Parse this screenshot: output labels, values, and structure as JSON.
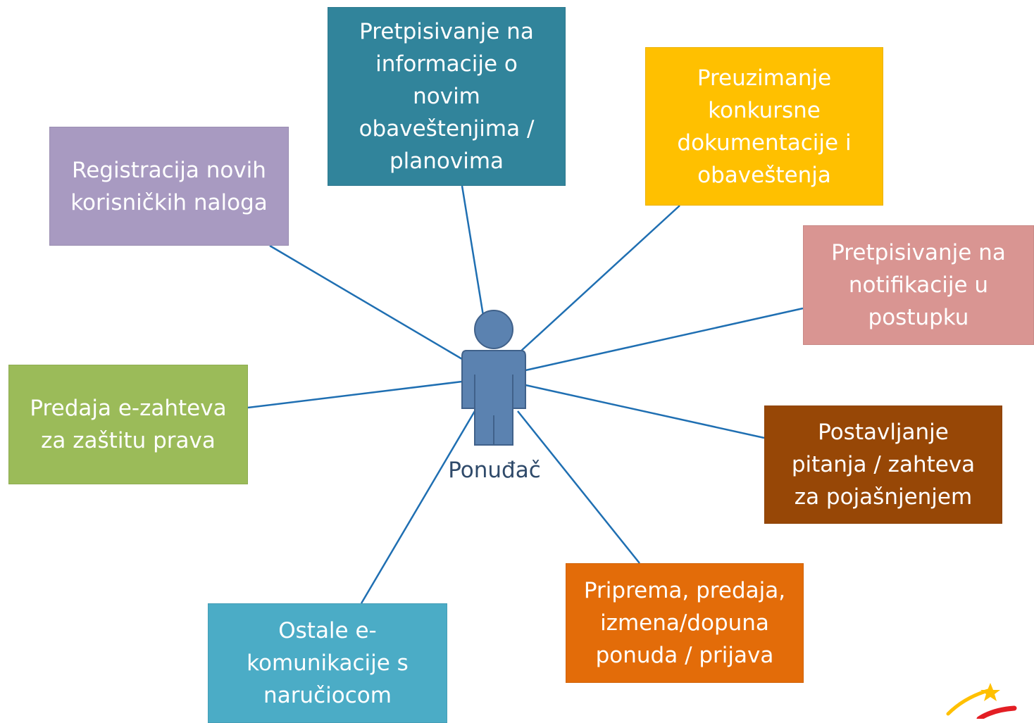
{
  "center": {
    "label": "Ponuđač",
    "color": "#5B82B0"
  },
  "connector_color": "#1F6FB2",
  "boxes": {
    "subscribe_info": {
      "text": "Pretpisivanje na\ninformacije o\nnovim\nobaveštenjima /\nplanovima",
      "color": "#31849B"
    },
    "download_docs": {
      "text": "Preuzimanje\nkonkursne\ndokumentacije i\nobaveštenja",
      "color": "#FFC000"
    },
    "registration": {
      "text": "Registracija novih\nkorisničkih naloga",
      "color": "#A89AC1"
    },
    "subscribe_notifications": {
      "text": "Pretpisivanje na\nnotifikacije u\npostupku",
      "color": "#D99592"
    },
    "appeal": {
      "text": "Predaja e-zahteva\nza zaštitu prava",
      "color": "#9BBB59"
    },
    "questions": {
      "text": "Postavljanje\npitanja / zahteva\nza pojašnjenjem",
      "color": "#974706"
    },
    "offers": {
      "text": "Priprema, predaja,\nizmena/dopuna\nponuda / prijava",
      "color": "#E36C09"
    },
    "other_communication": {
      "text": "Ostale e-\nkomunikacije s\nnaručiocom",
      "color": "#4BACC6"
    }
  },
  "logo": {
    "icon": "star-swoosh-logo-icon",
    "colors": [
      "#FFC000",
      "#E31E24"
    ]
  }
}
